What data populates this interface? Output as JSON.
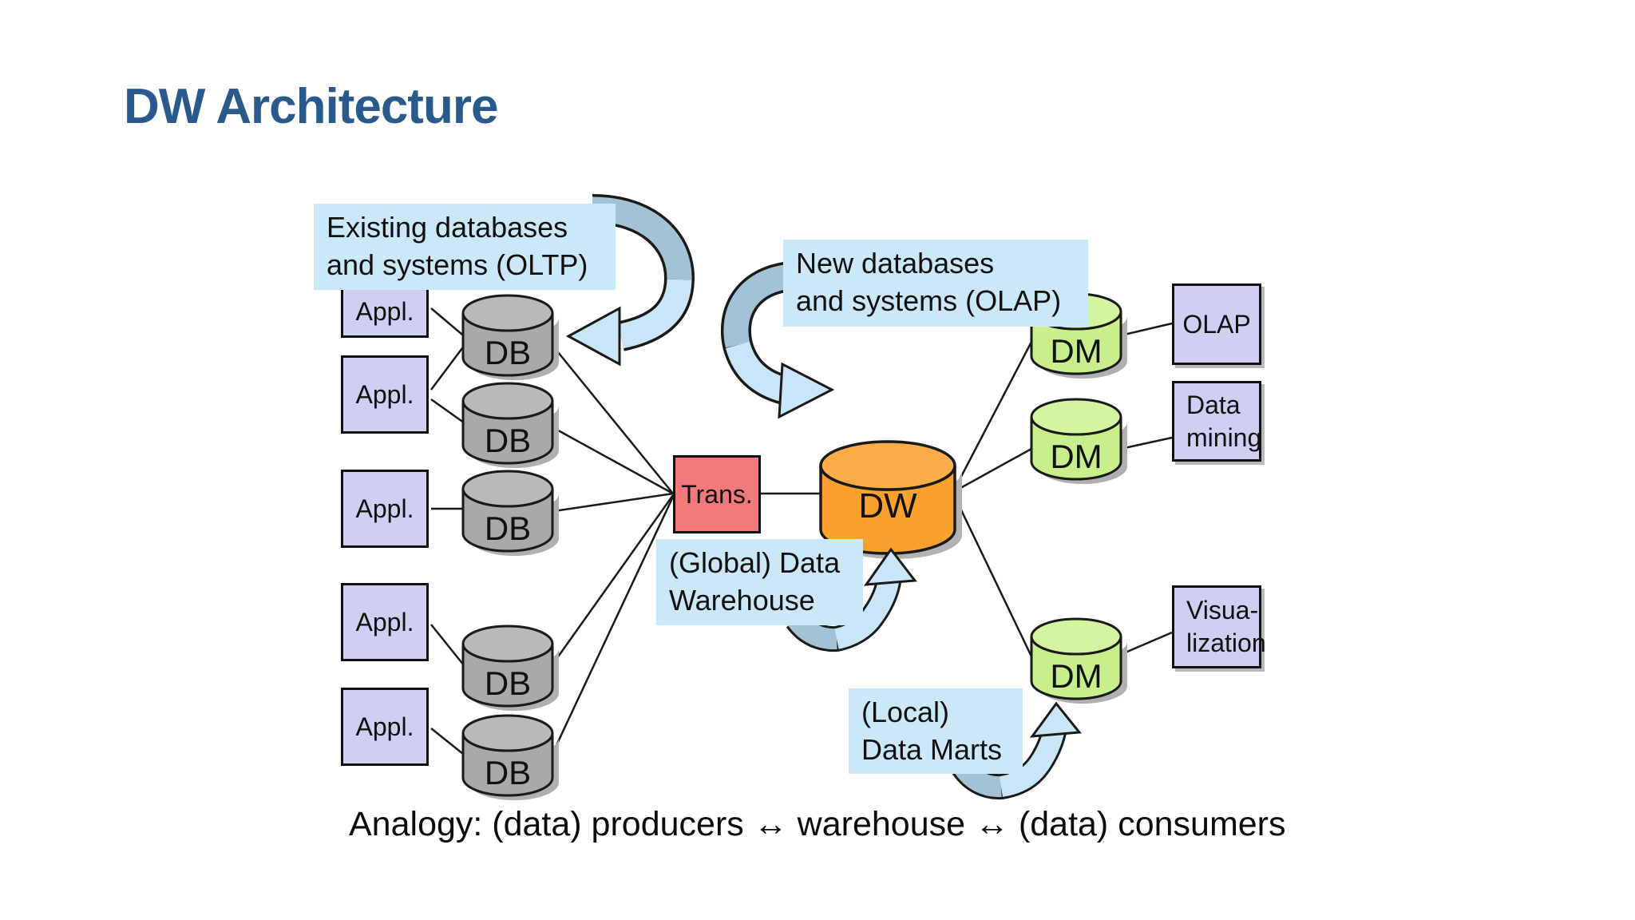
{
  "title": "DW Architecture",
  "callouts": {
    "oltp": {
      "line1": "Existing databases",
      "line2": "and systems (OLTP)"
    },
    "olap": {
      "line1": "New databases",
      "line2": "and systems (OLAP)"
    },
    "global_dw": {
      "line1": "(Global) Data",
      "line2": "Warehouse"
    },
    "local_dm": {
      "line1": "(Local)",
      "line2": "Data Marts"
    }
  },
  "nodes": {
    "appl": [
      "Appl.",
      "Appl.",
      "Appl.",
      "Appl.",
      "Appl."
    ],
    "db": [
      "DB",
      "DB",
      "DB",
      "DB",
      "DB"
    ],
    "trans": "Trans.",
    "dw": "DW",
    "dm": [
      "DM",
      "DM",
      "DM"
    ],
    "olap": "OLAP",
    "data_mining": {
      "line1": "Data",
      "line2": "mining"
    },
    "visualization": {
      "line1": "Visua-",
      "line2": "lization"
    }
  },
  "analogy": "Analogy: (data) producers ↔ warehouse ↔ (data) consumers",
  "colors": {
    "title_blue": "#2A5A8C",
    "callout_blue": "#CBE8F9",
    "box_purple": "#CFCFF2",
    "db_gray": "#A9A9A9",
    "trans_red": "#F1797C",
    "dw_orange": "#F9A02E",
    "dm_green": "#C7F08C",
    "arrow_blue": "#C8E6F8",
    "arrow_gray": "#A3C2D4",
    "line_black": "#1a1a1a"
  }
}
